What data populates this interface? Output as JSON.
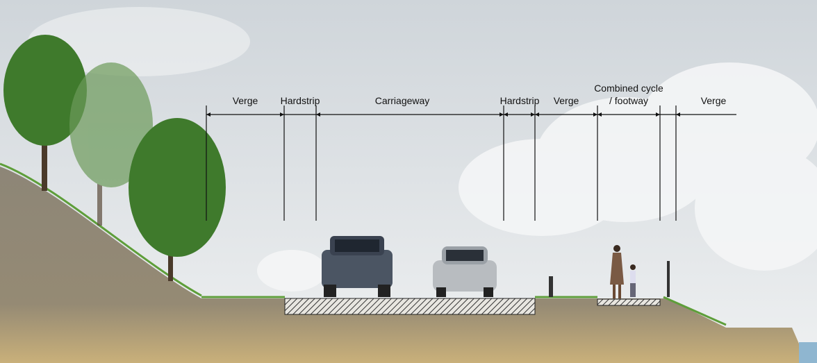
{
  "title": "Road cross-section",
  "labels": {
    "verge_left": "Verge",
    "hardstrip_left": "Hardstrip",
    "carriageway": "Carriageway",
    "hardstrip_right": "Hardstrip",
    "verge_middle": "Verge",
    "cycle_footway_line1": "Combined cycle",
    "cycle_footway_line2": "/ footway",
    "verge_right": "Verge"
  },
  "colors": {
    "sky": "#d9dee2",
    "soil": "#8f8576",
    "soil_light": "#b8a57c",
    "grass": "#5e9e3a",
    "tree": "#3f7a2c",
    "road_hatch": "#333333"
  }
}
